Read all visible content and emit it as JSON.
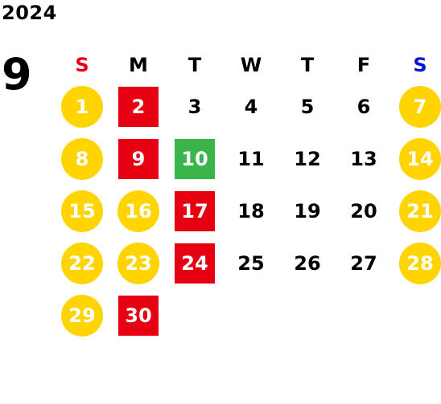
{
  "year": "2024",
  "month": "9",
  "weekdays": [
    "S",
    "M",
    "T",
    "W",
    "T",
    "F",
    "S"
  ],
  "weeks": [
    [
      {
        "label": "1",
        "style": "holiday"
      },
      {
        "label": "2",
        "style": "red"
      },
      {
        "label": "3",
        "style": "plain"
      },
      {
        "label": "4",
        "style": "plain"
      },
      {
        "label": "5",
        "style": "plain"
      },
      {
        "label": "6",
        "style": "plain"
      },
      {
        "label": "7",
        "style": "holiday"
      }
    ],
    [
      {
        "label": "8",
        "style": "holiday"
      },
      {
        "label": "9",
        "style": "red"
      },
      {
        "label": "10",
        "style": "green"
      },
      {
        "label": "11",
        "style": "plain"
      },
      {
        "label": "12",
        "style": "plain"
      },
      {
        "label": "13",
        "style": "plain"
      },
      {
        "label": "14",
        "style": "holiday"
      }
    ],
    [
      {
        "label": "15",
        "style": "holiday"
      },
      {
        "label": "16",
        "style": "holiday"
      },
      {
        "label": "17",
        "style": "red"
      },
      {
        "label": "18",
        "style": "plain"
      },
      {
        "label": "19",
        "style": "plain"
      },
      {
        "label": "20",
        "style": "plain"
      },
      {
        "label": "21",
        "style": "holiday"
      }
    ],
    [
      {
        "label": "22",
        "style": "holiday"
      },
      {
        "label": "23",
        "style": "holiday"
      },
      {
        "label": "24",
        "style": "red"
      },
      {
        "label": "25",
        "style": "plain"
      },
      {
        "label": "26",
        "style": "plain"
      },
      {
        "label": "27",
        "style": "plain"
      },
      {
        "label": "28",
        "style": "holiday"
      }
    ],
    [
      {
        "label": "29",
        "style": "holiday"
      },
      {
        "label": "30",
        "style": "red"
      }
    ]
  ],
  "colors": {
    "holiday_circle": "#ffd400",
    "red_square": "#e60012",
    "green_square": "#39b54a",
    "sunday_text": "#e60012",
    "saturday_text": "#0015d6"
  }
}
